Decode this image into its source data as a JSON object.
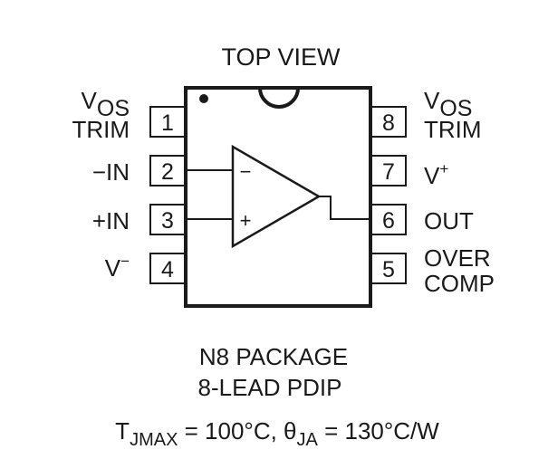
{
  "title": "TOP VIEW",
  "pins": [
    {
      "number": "1",
      "label_main": "V",
      "label_sub": "OS",
      "label_line2": "TRIM"
    },
    {
      "number": "2",
      "label": "−IN"
    },
    {
      "number": "3",
      "label": "+IN"
    },
    {
      "number": "4",
      "label_main": "V",
      "label_sup": "−"
    },
    {
      "number": "5",
      "label": "OVER",
      "label_line2": "COMP"
    },
    {
      "number": "6",
      "label": "OUT"
    },
    {
      "number": "7",
      "label_main": "V",
      "label_sup": "+"
    },
    {
      "number": "8",
      "label_main": "V",
      "label_sub": "OS",
      "label_line2": "TRIM"
    }
  ],
  "opamp": {
    "minus_sign": "−",
    "plus_sign": "+"
  },
  "package": {
    "line1": "N8 PACKAGE",
    "line2": "8-LEAD PDIP",
    "thermal": {
      "t_main": "T",
      "t_sub": "JMAX",
      "t_val": " = 100°C, ",
      "theta_main": "θ",
      "theta_sub": "JA",
      "theta_val": " = 130°C/W"
    }
  }
}
